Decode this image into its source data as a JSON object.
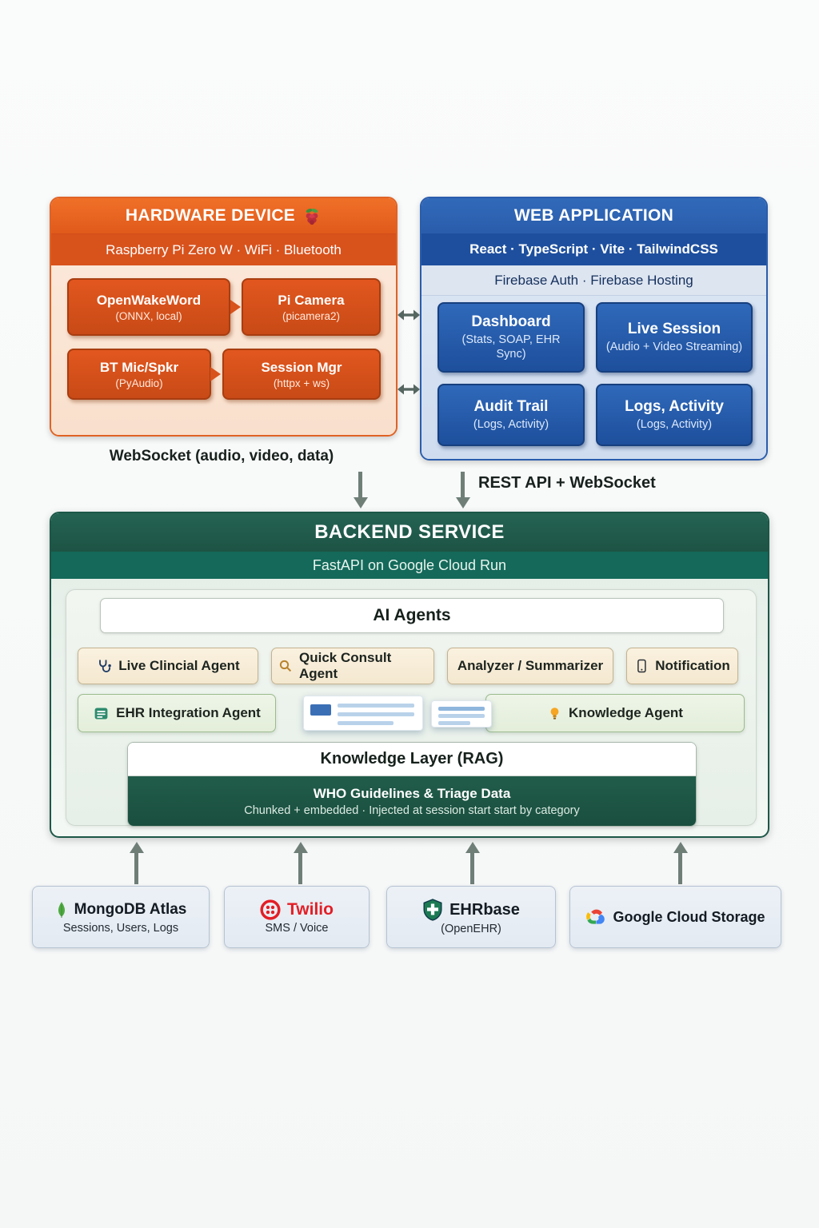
{
  "hardware": {
    "title": "HARDWARE DEVICE",
    "subtitle": "Raspberry Pi Zero W · WiFi · Bluetooth",
    "boxes": [
      {
        "title": "OpenWakeWord",
        "sub": "(ONNX, local)"
      },
      {
        "title": "Pi Camera",
        "sub": "(picamera2)"
      },
      {
        "title": "BT Mic/Spkr",
        "sub": "(PyAudio)"
      },
      {
        "title": "Session Mgr",
        "sub": "(httpx + ws)"
      }
    ]
  },
  "webapp": {
    "title": "WEB APPLICATION",
    "stack": "React · TypeScript · Vite · TailwindCSS",
    "firebase": "Firebase Auth · Firebase Hosting",
    "boxes": [
      {
        "title": "Dashboard",
        "sub": "(Stats, SOAP, EHR Sync)"
      },
      {
        "title": "Live Session",
        "sub": "(Audio + Video Streaming)"
      },
      {
        "title": "Audit Trail",
        "sub": "(Logs, Activity)"
      },
      {
        "title": "Logs, Activity",
        "sub": "(Logs, Activity)"
      }
    ]
  },
  "links": {
    "websocket": "WebSocket (audio, video, data)",
    "rest": "REST API + WebSocket"
  },
  "backend": {
    "title": "BACKEND SERVICE",
    "subtitle": "FastAPI on Google Cloud Run",
    "agents_title": "AI Agents",
    "agents": [
      {
        "label": "Live Clincial Agent"
      },
      {
        "label": "Quick Consult Agent"
      },
      {
        "label": "Analyzer / Summarizer"
      },
      {
        "label": "Notification"
      },
      {
        "label": "EHR Integration Agent"
      },
      {
        "label": "Knowledge Agent"
      }
    ],
    "knowledge_title": "Knowledge Layer (RAG)",
    "who_line1": "WHO Guidelines & Triage Data",
    "who_line2": "Chunked + embedded  ·  Injected at session start start by category"
  },
  "services": [
    {
      "name": "MongoDB Atlas",
      "sub": "Sessions, Users, Logs"
    },
    {
      "name": "Twilio",
      "sub": "SMS / Voice"
    },
    {
      "name": "EHRbase",
      "sub": "(OpenEHR)"
    },
    {
      "name": "Google Cloud Storage",
      "sub": ""
    }
  ],
  "colors": {
    "hardware_orange": "#e2581e",
    "webapp_blue": "#2a61b2",
    "backend_teal": "#1d5a49",
    "twilio_red": "#e31e26",
    "mongo_green": "#4faa41"
  }
}
